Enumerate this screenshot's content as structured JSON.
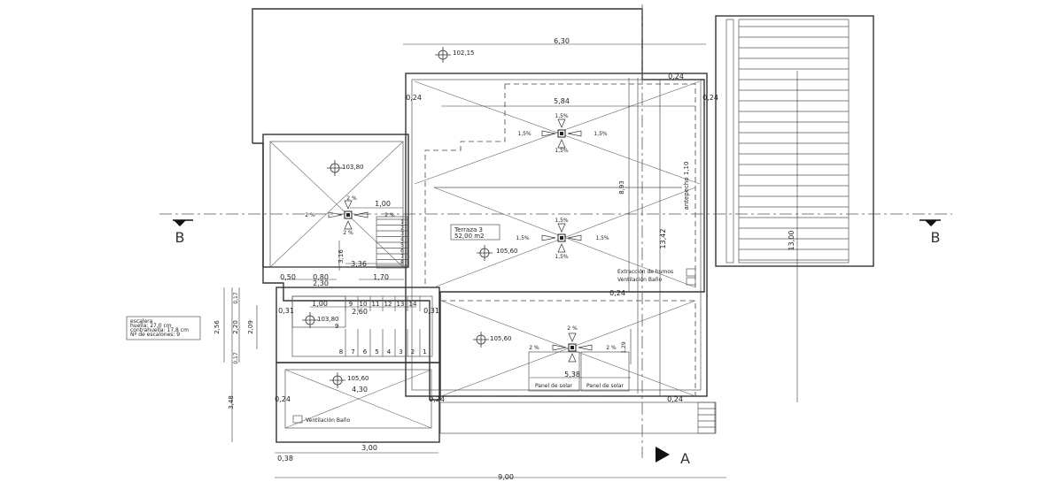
{
  "title": "",
  "dimensions": {
    "top_width": "6,30",
    "overall_width": "9,00",
    "bottom_width": "3,00",
    "bottom_left": "0,38",
    "wall_024_a": "0,24",
    "wall_024_b": "0,24",
    "wall_024_c": "0,24",
    "wall_024_d": "0,24",
    "wall_024_e": "0,24",
    "wall_024_f": "0,24",
    "terrace_width": "5,84",
    "lower_width": "5,38",
    "terrace_height": "8,93",
    "overall_height": "13,42",
    "right_height": "13,00",
    "stair_height": "3,16",
    "left_height": "3,48",
    "stair_w": "1,00",
    "stair_run": "3,36",
    "d_050": "0,50",
    "d_080": "0,80",
    "d_230": "2,30",
    "d_170": "1,70",
    "d_100b": "1,00",
    "d_260": "2,60",
    "d_031a": "0,31",
    "d_031b": "0,31",
    "d_256": "2,56",
    "d_220": "2,20",
    "d_209": "2,09",
    "d_017a": "0,17",
    "d_017b": "0,17",
    "d_430": "4,30",
    "d_129": "1,29",
    "antepecho": "antepecho 1,10"
  },
  "levels": {
    "top": "102,15",
    "stair": "103,80",
    "terrace": "105,60",
    "landing": "103,80",
    "lower": "105,60",
    "bottom": "105,60"
  },
  "slopes": {
    "terrace_top": "1,5%",
    "terrace_left": "1,5%",
    "terrace_right": "1,5%",
    "terrace_bottom": "1,5%",
    "terrace_mid_top": "1,5%",
    "terrace_mid_left": "1,5%",
    "terrace_mid_right": "1,5%",
    "terrace_mid_bottom": "1,5%",
    "stair_top": "2 %",
    "stair_left": "2 %",
    "stair_right": "2 %",
    "stair_bottom": "2 %",
    "lower_top": "2 %",
    "lower_left": "2 %",
    "lower_right": "2 %"
  },
  "labels": {
    "terrace_name": "Terraza 3",
    "terrace_area": "52,00 m2",
    "smoke": "Extracción de humos",
    "vent1": "Ventilación Baño",
    "vent2": "Ventilación Baño",
    "panel1": "Panel de solar",
    "panel2": "Panel de solar",
    "section_b_left": "B",
    "section_b_right": "B",
    "section_a": "A"
  },
  "stair_note": {
    "l1": "escalera",
    "l2": "huella: 27,0 cm",
    "l3": "contrahuella: 17,8 cm",
    "l4": "Nº de escalones: 9"
  },
  "steps": [
    "1",
    "2",
    "3",
    "4",
    "5",
    "6",
    "7",
    "8"
  ],
  "steps_lower": [
    "9",
    "10",
    "11",
    "12",
    "13",
    "14"
  ],
  "steps_return": [
    "8",
    "7",
    "6",
    "5",
    "4",
    "3",
    "2",
    "1"
  ],
  "step_9b": "9"
}
